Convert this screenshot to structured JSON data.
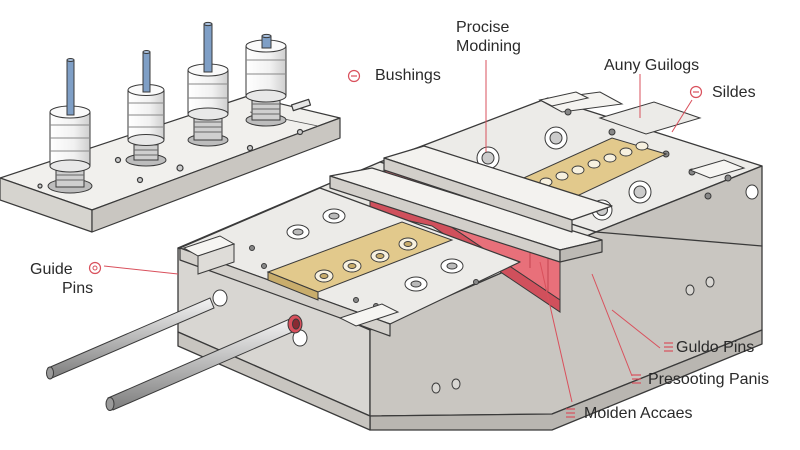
{
  "labels": {
    "precise": [
      "Procise",
      "Modining"
    ],
    "bushings": "Bushings",
    "auny_guides": "Auny Guilogs",
    "slides": "Sildes",
    "guide_pins": [
      "Guide",
      "Pins"
    ],
    "guide_pins_right": "Guldo Pins",
    "presooting": "Presooting Panis",
    "molden": "Moiden Accaes"
  },
  "colors": {
    "steel_light": "#ecebe8",
    "steel_mid": "#d9d7d3",
    "steel_dark": "#c4c1bc",
    "outline": "#3a3a3a",
    "brass": "#e2c98c",
    "red_insert": "#e8707a",
    "leader_red": "#d9505c",
    "pin_blue": "#7f9fc6"
  }
}
